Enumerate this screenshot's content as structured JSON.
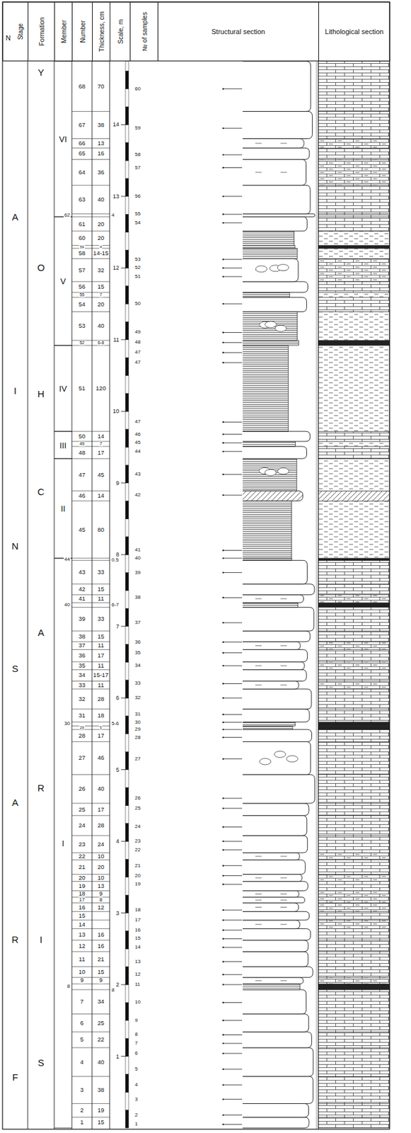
{
  "diagram": {
    "nodes": [
      {
        "text": [
          "Stage"
        ]
      },
      {
        "text": [
          "Formation"
        ]
      },
      {
        "text": [
          "Member"
        ]
      },
      {
        "text": [
          "Number"
        ]
      },
      {
        "text": [
          "Thickness, cm"
        ]
      },
      {
        "text": [
          "Scale, m"
        ]
      },
      {
        "text": [
          "№ of samples"
        ]
      },
      {
        "text": [
          "Structural section"
        ]
      },
      {
        "text": [
          "Lithological section"
        ]
      }
    ],
    "labels": [
      "N",
      "A",
      "I",
      "N",
      "S",
      "A",
      "R",
      "F",
      "Y",
      "O",
      "H",
      "C",
      "A",
      "R",
      "I",
      "S",
      "VI",
      "V",
      "IV",
      "III",
      "II",
      "I",
      "68",
      "70",
      "67",
      "38",
      "66",
      "13",
      "65",
      "16",
      "64",
      "36",
      "63",
      "40",
      "61",
      "20",
      "60",
      "20",
      "59",
      "4",
      "58",
      "14-15",
      "57",
      "32",
      "56",
      "15",
      "55",
      "7",
      "54",
      "20",
      "53",
      "40",
      "52",
      "6-8",
      "51",
      "120",
      "50",
      "14",
      "49",
      "7",
      "48",
      "17",
      "47",
      "45",
      "46",
      "14",
      "45",
      "80",
      "43",
      "33",
      "42",
      "15",
      "41",
      "11",
      "39",
      "33",
      "38",
      "15",
      "37",
      "11",
      "36",
      "17",
      "35",
      "11",
      "34",
      "15-17",
      "33",
      "11",
      "32",
      "28",
      "31",
      "18",
      "29",
      "5",
      "28",
      "17",
      "27",
      "46",
      "26",
      "40",
      "25",
      "17",
      "24",
      "28",
      "23",
      "24",
      "22",
      "10",
      "21",
      "20",
      "20",
      "10",
      "19",
      "13",
      "18",
      "9",
      "17",
      "8",
      "16",
      "12",
      "15",
      "14",
      "13",
      "16",
      "12",
      "16",
      "11",
      "21",
      "10",
      "15",
      "9",
      "9",
      "7",
      "34",
      "6",
      "25",
      "5",
      "22",
      "4",
      "40",
      "3",
      "38",
      "2",
      "19",
      "1",
      "15",
      "62",
      "44",
      "40",
      "30",
      "8",
      "4",
      "0.5",
      "6-7",
      "5-6",
      "8",
      "14",
      "13",
      "12",
      "11",
      "10",
      "9",
      "8",
      "7",
      "6",
      "5",
      "4",
      "3",
      "2",
      "1",
      "60",
      "59",
      "58",
      "57",
      "56",
      "55",
      "54",
      "53",
      "52",
      "51",
      "50",
      "49",
      "48",
      "47",
      "47",
      "47",
      "46",
      "45",
      "44",
      "43",
      "42",
      "41",
      "40",
      "39",
      "38",
      "37",
      "36",
      "35",
      "34",
      "33",
      "32",
      "31",
      "30",
      "29",
      "28",
      "27",
      "26",
      "25",
      "24",
      "23",
      "22",
      "21",
      "20",
      "19",
      "18",
      "17",
      "16",
      "15",
      "14",
      "13",
      "12",
      "11",
      "10",
      "9",
      "8",
      "7",
      "6",
      "5",
      "4",
      "3",
      "2",
      "1"
    ]
  }
}
